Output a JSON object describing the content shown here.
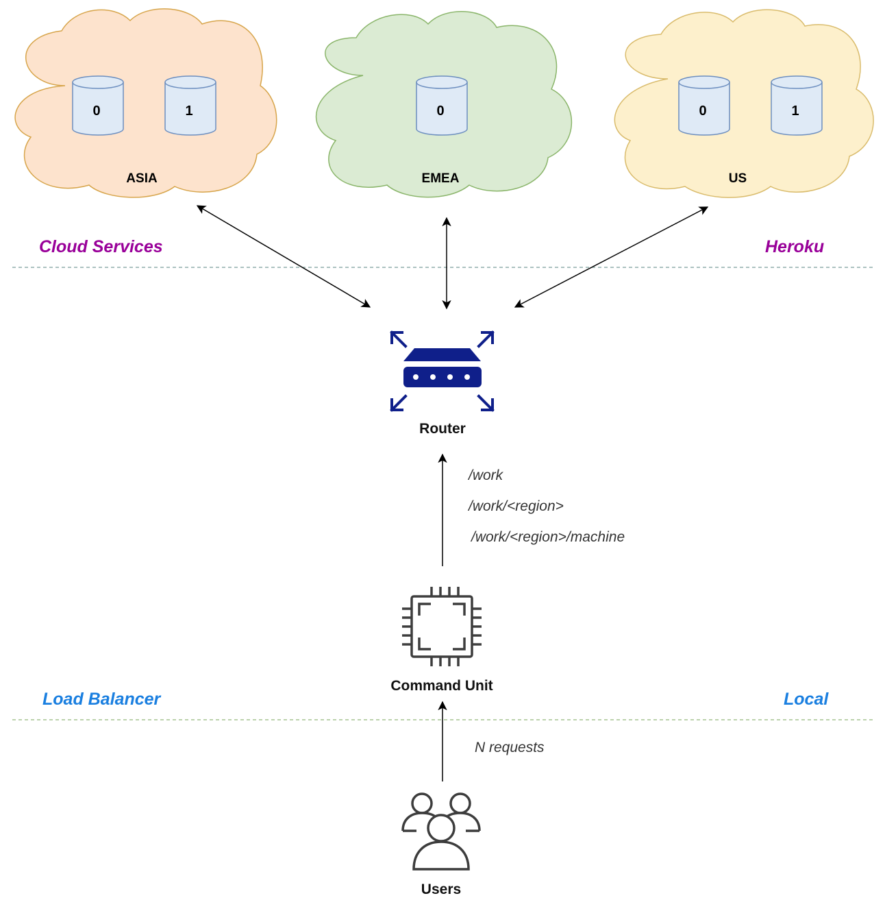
{
  "colors": {
    "cloud_asia_fill": "#fde3cd",
    "cloud_asia_stroke": "#d7a54b",
    "cloud_emea_fill": "#dbebd3",
    "cloud_emea_stroke": "#8ab56a",
    "cloud_us_fill": "#fdf0cc",
    "cloud_us_stroke": "#d9bb6b",
    "db_fill": "#dfeaf6",
    "db_stroke": "#6c8ebf",
    "purple_label": "#990099",
    "blue_label": "#1a7fe0",
    "router_icon": "#0f1f8a",
    "icon_dark": "#3d3d3d"
  },
  "clouds": [
    {
      "id": "asia",
      "label": "ASIA",
      "databases": [
        "0",
        "1"
      ]
    },
    {
      "id": "emea",
      "label": "EMEA",
      "databases": [
        "0"
      ]
    },
    {
      "id": "us",
      "label": "US",
      "databases": [
        "0",
        "1"
      ]
    }
  ],
  "zones": {
    "top_left": "Cloud Services",
    "top_right": "Heroku",
    "bottom_left": "Load Balancer",
    "bottom_right": "Local"
  },
  "nodes": {
    "router": {
      "label": "Router",
      "icon": "router-icon"
    },
    "command_unit": {
      "label": "Command Unit",
      "icon": "chip-icon"
    },
    "users": {
      "label": "Users",
      "icon": "users-icon"
    }
  },
  "edges": {
    "routes": [
      "/work",
      "/work/<region>",
      "/work/<region>/machine"
    ],
    "requests": "N requests"
  }
}
